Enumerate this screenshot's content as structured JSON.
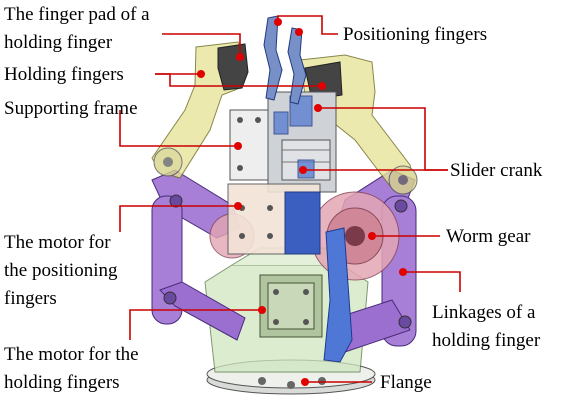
{
  "labels": {
    "finger_pad_line1": "The finger pad of a",
    "finger_pad_line2": "holding finger",
    "holding_fingers": "Holding fingers",
    "supporting_frame": "Supporting frame",
    "positioning_fingers": "Positioning fingers",
    "slider_crank": "Slider crank",
    "worm_gear": "Worm gear",
    "motor_positioning_line1": "The motor for",
    "motor_positioning_line2": "the positioning",
    "motor_positioning_line3": "fingers",
    "linkages_line1": "Linkages of a",
    "linkages_line2": "holding finger",
    "motor_holding_line1": "The motor for the",
    "motor_holding_line2": "holding fingers",
    "flange": "Flange"
  },
  "colors": {
    "leader": "#cc0000",
    "marker": "#e00000",
    "holding_finger_yellow": "#e8e49a",
    "linkage_purple": "#a77fd6",
    "worm_gear_pink": "#e3a6b4",
    "motor_green": "#cfe6bf",
    "frame_grey": "#d0d0d0",
    "slider_blue": "#5a7fd0",
    "finger_pad": "#444444"
  }
}
